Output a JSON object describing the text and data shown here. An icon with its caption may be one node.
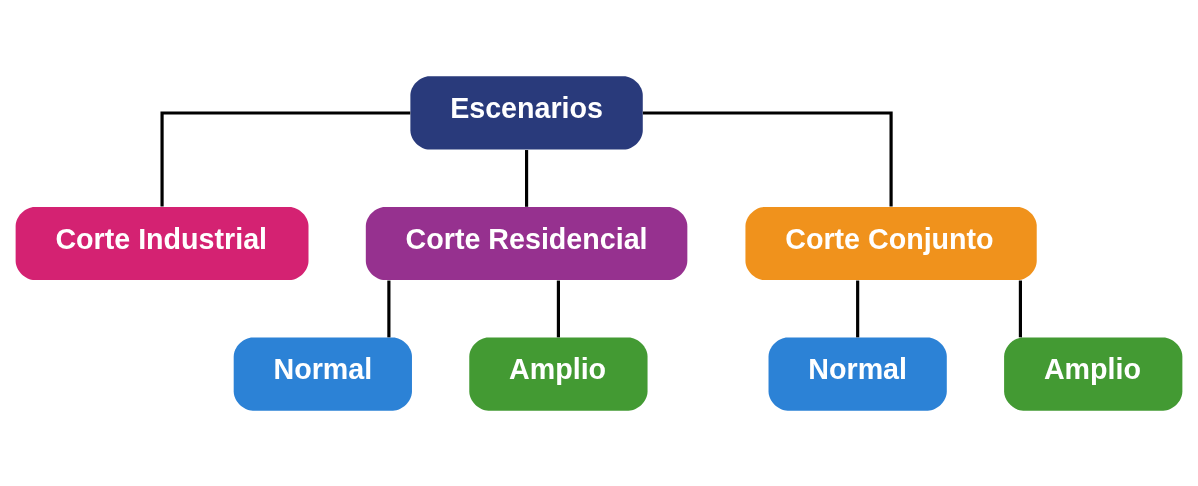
{
  "diagram": {
    "nodes": [
      {
        "text": [
          "Escenarios"
        ]
      },
      {
        "text": [
          "Corte Industrial"
        ]
      },
      {
        "text": [
          "Corte Residencial"
        ]
      },
      {
        "text": [
          "Corte Conjunto"
        ]
      },
      {
        "text": [
          "Normal"
        ]
      },
      {
        "text": [
          "Amplio"
        ]
      },
      {
        "text": [
          "Normal"
        ]
      },
      {
        "text": [
          "Amplio"
        ]
      }
    ],
    "edges": [
      {
        "from": 0,
        "to": 1,
        "arrow": "none"
      },
      {
        "from": 0,
        "to": 2,
        "arrow": "none"
      },
      {
        "from": 0,
        "to": 3,
        "arrow": "none"
      },
      {
        "from": 2,
        "to": 4,
        "arrow": "none"
      },
      {
        "from": 2,
        "to": 5,
        "arrow": "none"
      },
      {
        "from": 3,
        "to": 6,
        "arrow": "none"
      },
      {
        "from": 3,
        "to": 7,
        "arrow": "none"
      }
    ]
  }
}
